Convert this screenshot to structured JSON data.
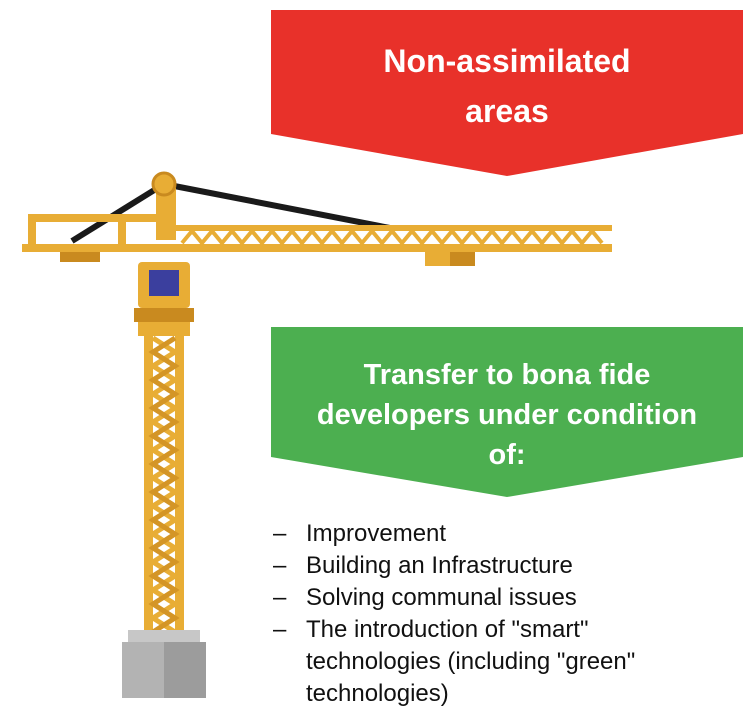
{
  "header_callout": {
    "line1": "Non-assimilated",
    "line2": "areas",
    "color": "#e8312a"
  },
  "condition_callout": {
    "line1": "Transfer to bona fide",
    "line2": "developers under condition",
    "line3": "of:",
    "color": "#4caf50"
  },
  "conditions": {
    "bullet": "–",
    "items": [
      {
        "line1": "Improvement",
        "line2": "",
        "line3": ""
      },
      {
        "line1": "Building an Infrastructure",
        "line2": "",
        "line3": ""
      },
      {
        "line1": "Solving communal issues",
        "line2": "",
        "line3": ""
      },
      {
        "line1": "The introduction of \"smart\"",
        "line2": "technologies (including \"green\"",
        "line3": "technologies)"
      }
    ]
  },
  "illustration": {
    "icon": "tower-crane-icon",
    "colors": {
      "frame": "#e8ad35",
      "frame_dark": "#c98a1f",
      "cabin_window": "#3b3f9e",
      "cable": "#1a1a1a",
      "base": "#a9a9a9"
    }
  }
}
